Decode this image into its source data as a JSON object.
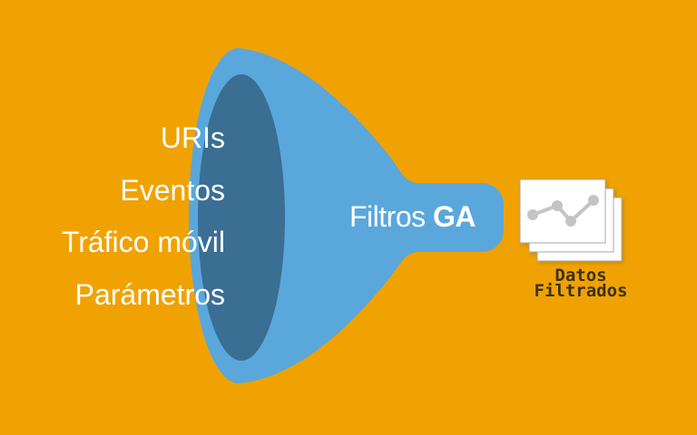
{
  "title": "Funnel diagram: Google Analytics filters",
  "colors": {
    "background": "#F0A202",
    "funnel-outer": "#5AA7DC",
    "funnel-mouth": "#3A6E93",
    "funnel-text": "#FFFFFF",
    "card-fill": "#FFFFFF",
    "card-border": "#A8A8A8",
    "chart-line": "#C4C4C4",
    "caption-text": "#3A3118"
  },
  "funnel": {
    "inputs": [
      "URIs",
      "Eventos",
      "Tráfico móvil",
      "Parámetros"
    ],
    "label": {
      "regular": "Filtros",
      "bold": "GA"
    }
  },
  "output": {
    "icon": "stacked-report-pages-line-chart-icon",
    "caption": [
      "Datos",
      "Filtrados"
    ]
  }
}
